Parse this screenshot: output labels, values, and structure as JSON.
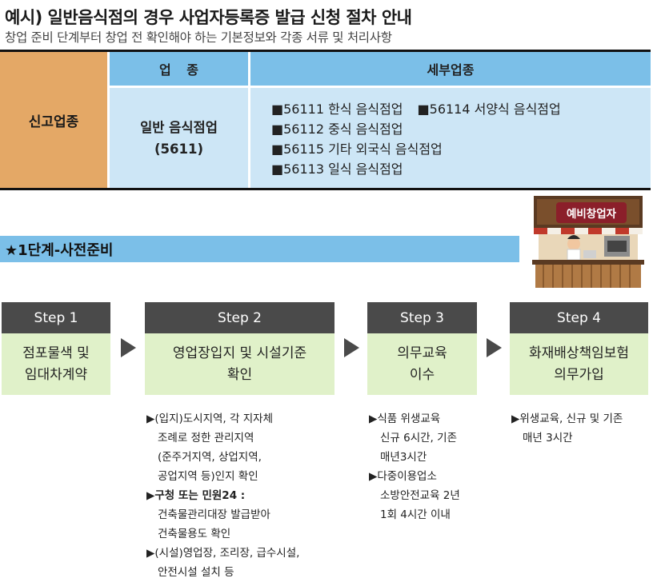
{
  "header": {
    "title": "예시) 일반음식점의 경우 사업자등록증 발급 신청 절차 안내",
    "subtitle": "창업 준비 단계부터 창업 전 확인해야 하는 기본정보와 각종 서류 및 처리사항"
  },
  "table": {
    "row_label": "신고업종",
    "col1_header": "업 종",
    "col2_header": "세부업종",
    "business_type_name": "일반 음식점업",
    "business_type_code": "(5611)",
    "sub_types": [
      [
        "■56111 한식 음식점업",
        "■56114 서양식 음식점업"
      ],
      [
        "■56112 중식 음식점업"
      ],
      [
        "■56115 기타 외국식 음식점업"
      ],
      [
        "■56113 일식 음식점업"
      ]
    ]
  },
  "stage": {
    "label": "★1단계-사전준비",
    "badge": "예비창업자"
  },
  "steps": [
    {
      "label": "Step 1",
      "title_lines": [
        "점포물색 및",
        "임대차계약"
      ],
      "notes": []
    },
    {
      "label": "Step 2",
      "title_lines": [
        "영업장입지 및 시설기준",
        "확인"
      ],
      "notes": [
        {
          "lines": [
            "▶(입지)도시지역, 각 지자체",
            "조례로 정한 관리지역",
            "(준주거지역, 상업지역,",
            "공업지역 등)인지 확인"
          ],
          "bold": false
        },
        {
          "lines": [
            "▶구청 또는 민원24 :",
            "건축물관리대장 발급받아",
            "건축물용도 확인"
          ],
          "bold": true
        },
        {
          "lines": [
            "▶(시설)영업장, 조리장, 급수시설,",
            "안전시설 설치 등"
          ],
          "bold": false
        }
      ]
    },
    {
      "label": "Step 3",
      "title_lines": [
        "의무교육",
        "이수"
      ],
      "notes": [
        {
          "lines": [
            "▶식품 위생교육",
            "신규 6시간, 기존",
            "매년3시간"
          ],
          "bold": false
        },
        {
          "lines": [
            "▶다중이용업소",
            "소방안전교육 2년",
            "1회 4시간 이내"
          ],
          "bold": false
        }
      ]
    },
    {
      "label": "Step 4",
      "title_lines": [
        "화재배상책임보험",
        "의무가입"
      ],
      "notes": [
        {
          "lines": [
            "▶위생교육, 신규 및 기존",
            "매년 3시간"
          ],
          "bold": false
        }
      ]
    }
  ],
  "colors": {
    "label_orange": "#e4a866",
    "header_blue": "#7bbfe8",
    "cell_blue": "#cde6f6",
    "step_dark": "#4a4a4a",
    "step_green": "#e0f1c9",
    "badge_red": "#8b1f2a"
  }
}
